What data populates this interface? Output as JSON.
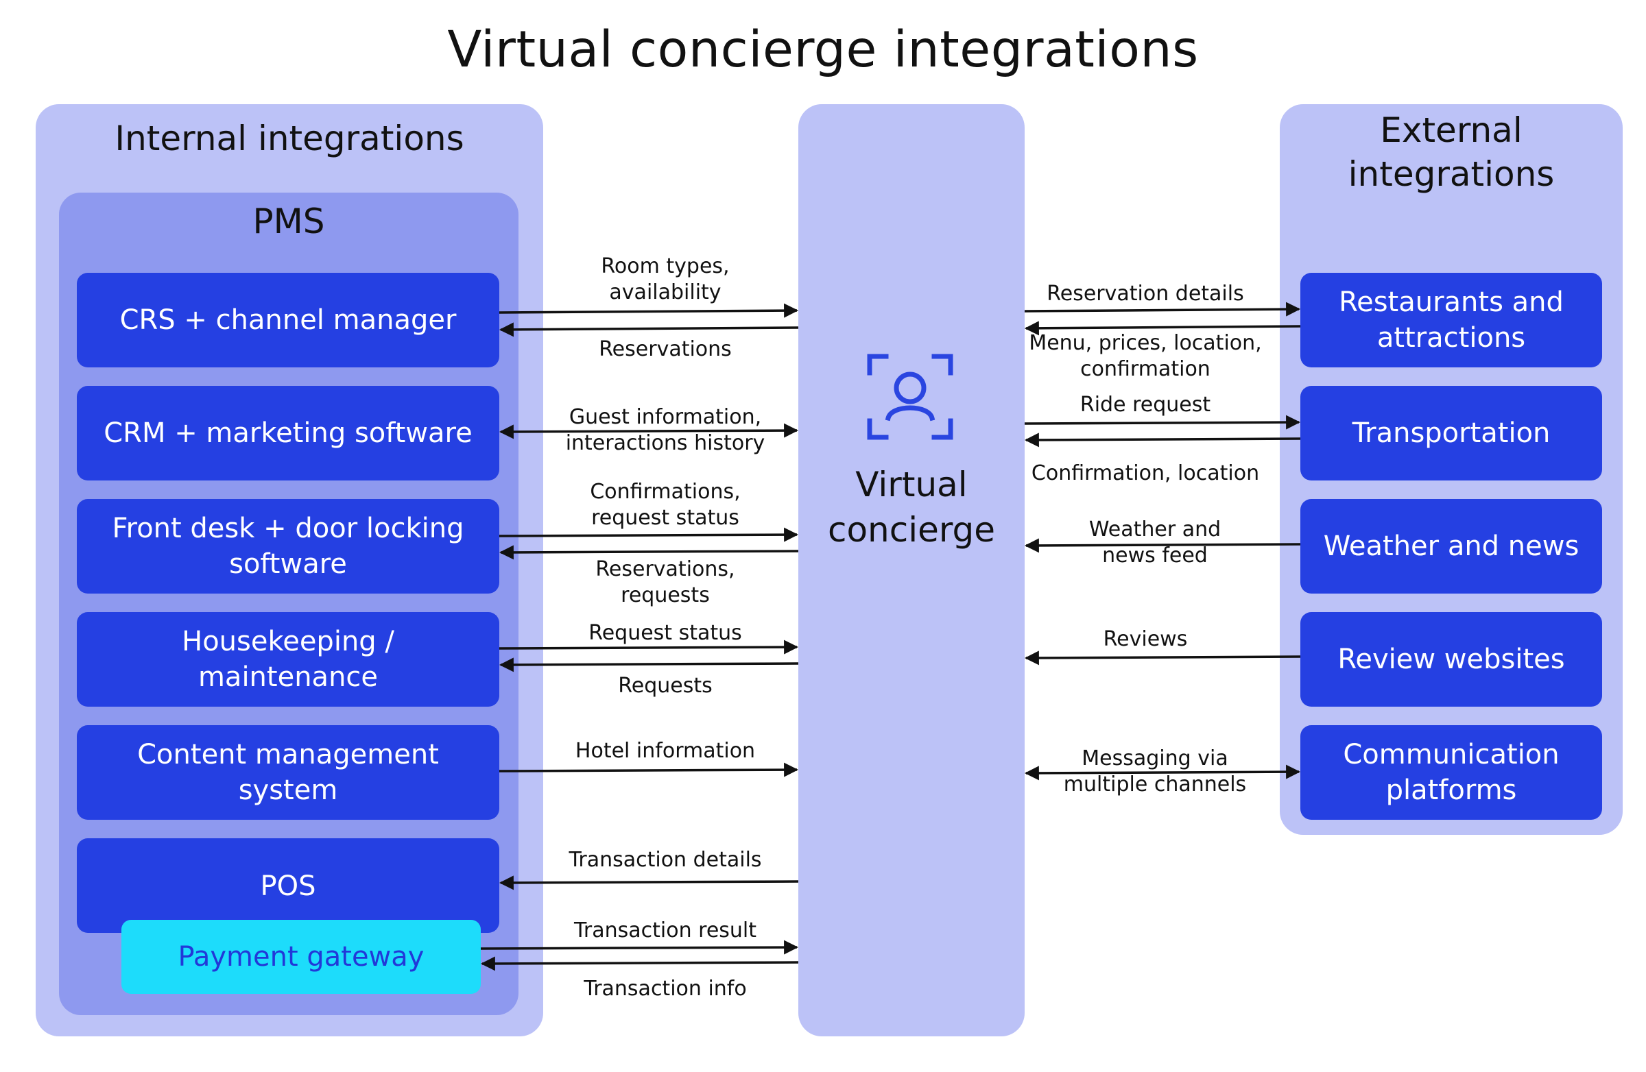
{
  "title": "Virtual concierge integrations",
  "internal": {
    "title": "Internal integrations",
    "pms_title": "PMS",
    "boxes": [
      "CRS + channel manager",
      "CRM + marketing software",
      "Front desk + door locking software",
      "Housekeeping / maintenance",
      "Content management system",
      "POS"
    ],
    "payment_gateway": "Payment gateway"
  },
  "center": {
    "label": "Virtual\nconcierge",
    "icon": "user-focus-icon"
  },
  "external": {
    "title": "External\nintegrations",
    "boxes": [
      "Restaurants and attractions",
      "Transportation",
      "Weather and news",
      "Review websites",
      "Communication platforms"
    ]
  },
  "left_flows": [
    {
      "above": "Room types,\navailability",
      "below": "Reservations"
    },
    {
      "label": "Guest information,\ninteractions history"
    },
    {
      "above": "Confirmations,\nrequest status",
      "below": "Reservations,\nrequests"
    },
    {
      "above": "Request status",
      "below": "Requests"
    },
    {
      "above": "Hotel information"
    },
    {
      "above": "Transaction details"
    },
    {
      "above": "Transaction result",
      "below": "Transaction info"
    }
  ],
  "right_flows": [
    {
      "above": "Reservation details",
      "below": "Menu, prices, location,\nconfirmation"
    },
    {
      "above": "Ride request",
      "below": "Confirmation, location"
    },
    {
      "label": "Weather and\nnews feed"
    },
    {
      "above": "Reviews"
    },
    {
      "label": "Messaging via\nmultiple channels"
    }
  ],
  "colors": {
    "panel_light": "#bcc2f7",
    "panel_pms": "#8e99ef",
    "box_blue": "#2540e2",
    "gateway_cyan": "#1ddcfb",
    "icon_blue": "#2a45e0"
  }
}
